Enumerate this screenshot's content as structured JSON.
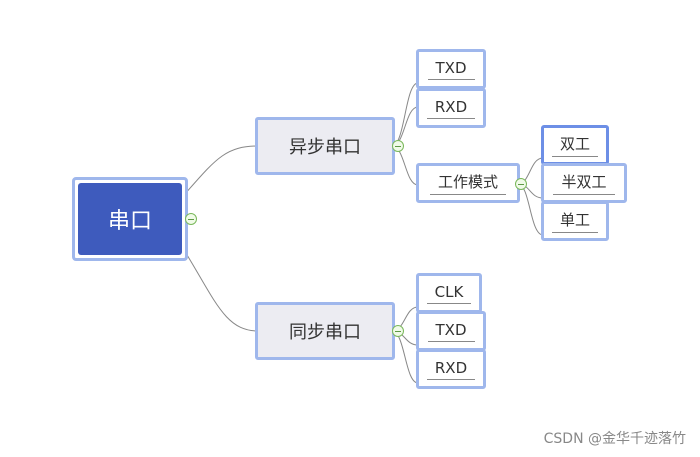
{
  "root": {
    "label": "串口"
  },
  "async": {
    "label": "异步串口",
    "children": [
      {
        "label": "TXD"
      },
      {
        "label": "RXD"
      },
      {
        "label": "工作模式"
      }
    ],
    "modes": [
      {
        "label": "双工"
      },
      {
        "label": "半双工"
      },
      {
        "label": "单工"
      }
    ]
  },
  "sync": {
    "label": "同步串口",
    "children": [
      {
        "label": "CLK"
      },
      {
        "label": "TXD"
      },
      {
        "label": "RXD"
      }
    ]
  },
  "collapse_icon": "minus-circle-icon",
  "colors": {
    "root_fill": "#3e5bbd",
    "border": "#9fb7ec",
    "topic_fill": "#ececf2",
    "connector": "#888888",
    "collapse": "#7ab85b"
  },
  "watermark": "CSDN @金华千迹落竹"
}
